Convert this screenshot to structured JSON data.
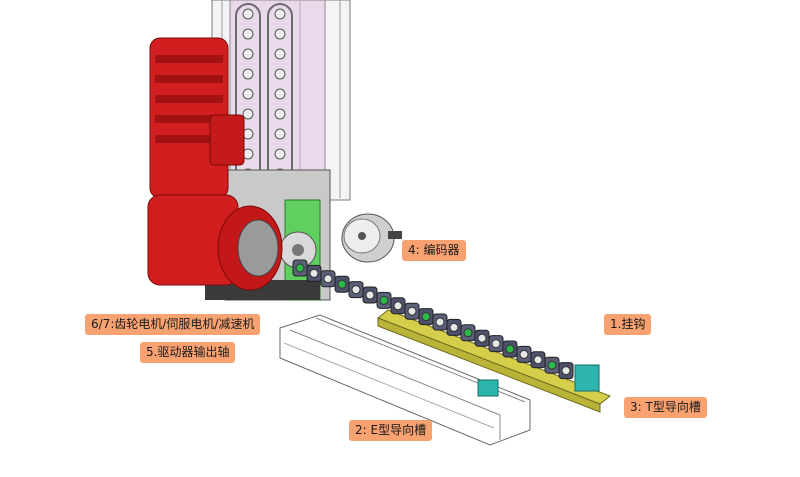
{
  "colors": {
    "label_bg": "#f8a271",
    "motor_red": "#d21e1e",
    "hook_rail": "#b9b337",
    "accent_green": "#2db84a",
    "slider_teal": "#2fb5b0",
    "chain_plate": "#5b5f78",
    "glass_panel": "#e9d9ea"
  },
  "labels": {
    "hook": "1.挂钩",
    "e_guide": "2: E型导向槽",
    "t_guide": "3: T型导向槽",
    "encoder": "4: 编码器",
    "drive_shaft": "5.驱动器输出轴",
    "motor": "6/7:齿轮电机/伺服电机/减速机"
  },
  "diagram": {
    "parts": [
      "gear-motor",
      "servo-reducer",
      "drive-output-shaft",
      "encoder",
      "chain",
      "hook-rail",
      "e-guide-channel",
      "t-guide-channel",
      "chain-housing"
    ]
  }
}
